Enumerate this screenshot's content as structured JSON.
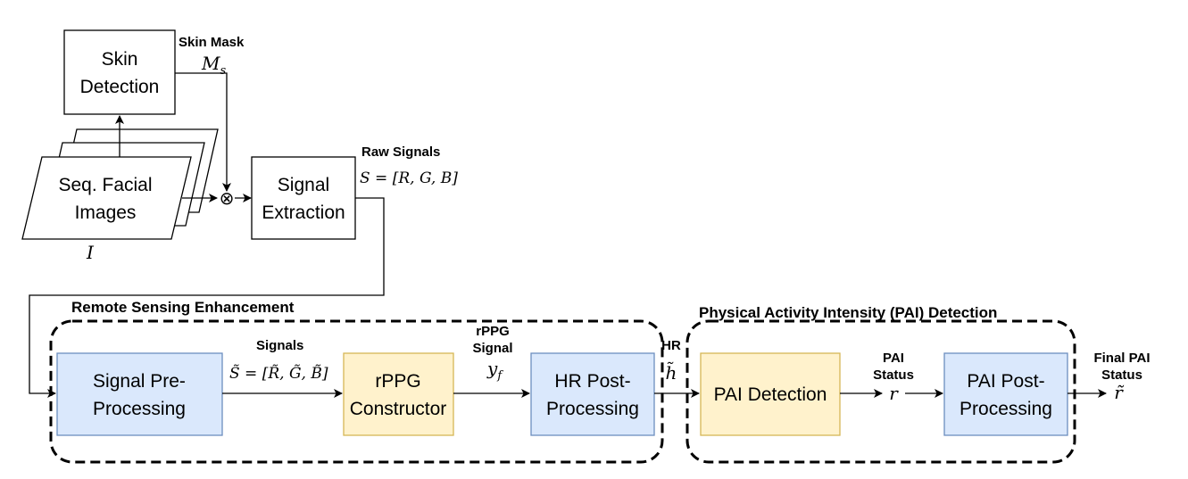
{
  "skin_detection": {
    "line1": "Skin",
    "line2": "Detection"
  },
  "skin_mask": {
    "label": "Skin Mask",
    "symbol": "M",
    "subscript": "s"
  },
  "facial_images": {
    "line1": "Seq. Facial",
    "line2": "Images",
    "symbol": "I"
  },
  "multiply": {
    "symbol": "⊗"
  },
  "signal_extraction": {
    "line1": "Signal",
    "line2": "Extraction"
  },
  "raw_signals": {
    "label": "Raw Signals",
    "formula": "S = [R, G, B]"
  },
  "remote_sensing": {
    "title": "Remote Sensing Enhancement"
  },
  "pai_group": {
    "title": "Physical Activity Intensity (PAI) Detection"
  },
  "preprocessing": {
    "line1": "Signal Pre-",
    "line2": "Processing"
  },
  "signals": {
    "label": "Signals",
    "formula": "S̃ = [R̃, G̃, B̃]"
  },
  "rppg_constructor": {
    "line1": "rPPG",
    "line2": "Constructor"
  },
  "rppg_signal": {
    "line1": "rPPG",
    "line2": "Signal",
    "symbol": "y",
    "subscript": "f"
  },
  "hr_post": {
    "line1": "HR Post-",
    "line2": "Processing"
  },
  "hr": {
    "label": "HR",
    "symbol": "h̃"
  },
  "pai_detection": {
    "label": "PAI Detection"
  },
  "pai_status": {
    "line1": "PAI",
    "line2": "Status",
    "symbol": "r"
  },
  "pai_post": {
    "line1": "PAI Post-",
    "line2": "Processing"
  },
  "final_pai": {
    "line1": "Final PAI",
    "line2": "Status",
    "symbol": "r̃"
  },
  "colors": {
    "blue_fill": "#dae8fc",
    "blue_stroke": "#6c8ebf",
    "yellow_fill": "#fff2cc",
    "yellow_stroke": "#d6b656"
  }
}
